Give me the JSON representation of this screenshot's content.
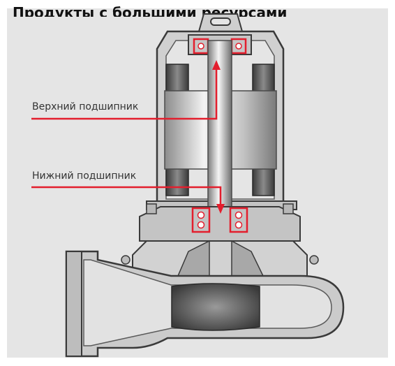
{
  "heading": "Продукты с большими ресурсами",
  "callouts": {
    "upper": "Верхний подшипник",
    "lower": "Нижний подшипник"
  },
  "colors": {
    "background": "#e5e5e5",
    "highlight": "#e31e2d",
    "outline": "#3a3a3a",
    "casing": "#c8c8c8"
  }
}
